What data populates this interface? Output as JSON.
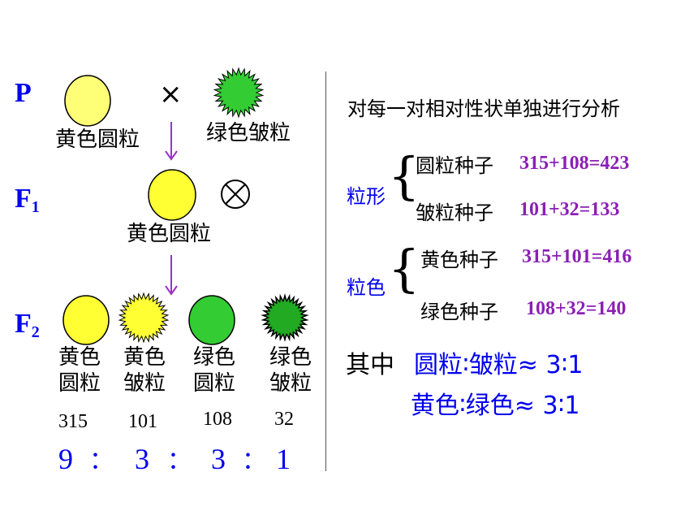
{
  "colors": {
    "yellow_pea": "#ffff33",
    "light_yellow_pea": "#ffff77",
    "green_pea": "#33cc33",
    "dark_green_pea": "#22aa22",
    "arrow": "#9933cc",
    "blue_text": "#0000ee",
    "purple_text": "#8b1fb5"
  },
  "generations": {
    "p": "P",
    "f1_base": "F",
    "f1_sub": "1",
    "f2_base": "F",
    "f2_sub": "2"
  },
  "cross_symbol": "×",
  "self_symbol": "⊗",
  "parents": {
    "left_label": "黄色圆粒",
    "right_label": "绿色皱粒"
  },
  "f1": {
    "label": "黄色圆粒"
  },
  "f2": {
    "phenotypes": [
      {
        "line1": "黄色",
        "line2": "圆粒",
        "count": "315"
      },
      {
        "line1": "黄色",
        "line2": "皱粒",
        "count": "101"
      },
      {
        "line1": "绿色",
        "line2": "圆粒",
        "count": "108"
      },
      {
        "line1": "绿色",
        "line2": "皱粒",
        "count": "32"
      }
    ],
    "ratio": [
      "9",
      "3",
      "3",
      "1"
    ],
    "ratio_sep": "："
  },
  "analysis": {
    "heading": "对每一对相对性状单独进行分析",
    "shape": {
      "label": "粒形",
      "round": {
        "text": "圆粒种子",
        "calc": "315+108=423"
      },
      "wrinkled": {
        "text": "皱粒种子",
        "calc": "101+32=133"
      }
    },
    "color": {
      "label": "粒色",
      "yellow": {
        "text": "黄色种子",
        "calc": "315+101=416"
      },
      "green": {
        "text": "绿色种子",
        "calc": "108+32=140"
      }
    },
    "summary_prefix": "其中",
    "summary_line1": "圆粒∶皱粒≈ 3∶1",
    "summary_line2": "黄色∶绿色≈ 3∶1"
  }
}
